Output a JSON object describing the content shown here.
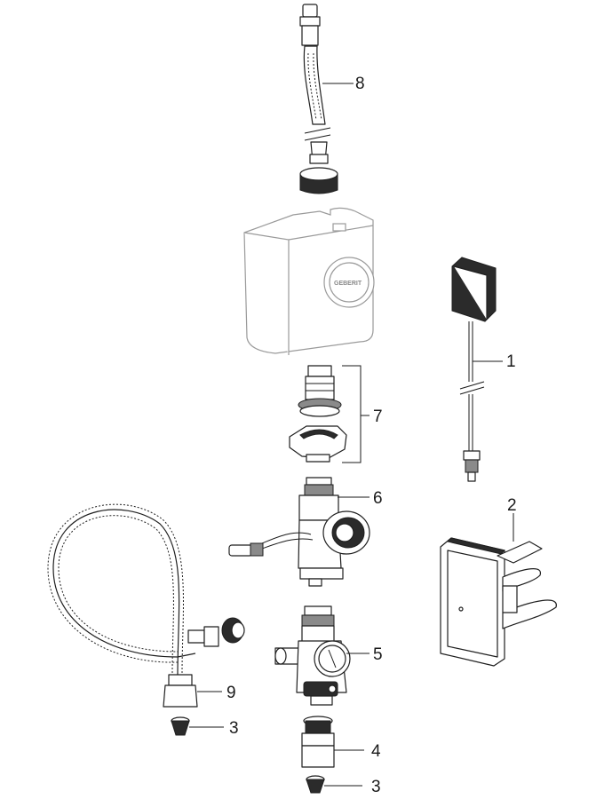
{
  "parts": [
    {
      "label": "1",
      "name": "battery-pack-with-cable"
    },
    {
      "label": "2",
      "name": "mounting-bracket"
    },
    {
      "label": "3",
      "name": "strainer-upper"
    },
    {
      "label": "3",
      "name": "strainer-lower"
    },
    {
      "label": "4",
      "name": "connector-nut"
    },
    {
      "label": "5",
      "name": "thermostatic-mixing-valve"
    },
    {
      "label": "6",
      "name": "solenoid-valve"
    },
    {
      "label": "7",
      "name": "adapter-set"
    },
    {
      "label": "8",
      "name": "flexible-hose-top"
    },
    {
      "label": "9",
      "name": "flexible-hose-loop"
    }
  ],
  "logo": "GEBERIT"
}
